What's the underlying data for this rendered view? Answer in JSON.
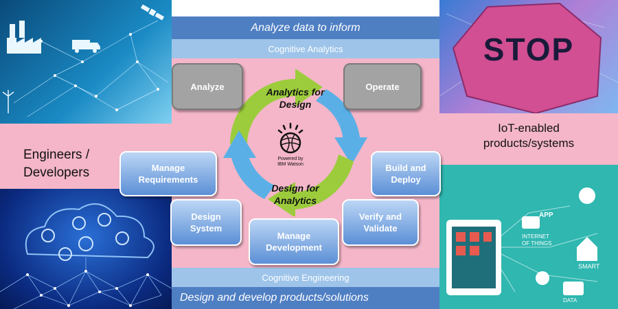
{
  "top_bar": "Analyze data to inform",
  "top_sub": "Cognitive Analytics",
  "bottom_sub": "Cognitive Engineering",
  "bottom_bar": "Design and develop products/solutions",
  "left_label": [
    "Engineers /",
    "Developers"
  ],
  "right_label": [
    "IoT-enabled",
    "products/systems"
  ],
  "stop_sign": "STOP",
  "boxes": {
    "analyze": "Analyze",
    "operate": "Operate",
    "manage_requirements": [
      "Manage",
      "Requirements"
    ],
    "build_deploy": [
      "Build and",
      "Deploy"
    ],
    "design_system": [
      "Design",
      "System"
    ],
    "verify_validate": [
      "Verify and",
      "Validate"
    ],
    "manage_development": [
      "Manage",
      "Development"
    ]
  },
  "cycle": {
    "analytics_for_design": [
      "Analytics for",
      "Design"
    ],
    "design_for_analytics": [
      "Design for",
      "Analytics"
    ],
    "watson": [
      "Powered by",
      "IBM Watson"
    ]
  },
  "iot_tags": [
    "APP",
    "INTERNET",
    "OF THINGS",
    "SMART",
    "DATA"
  ],
  "colors": {
    "pink": "#f4b6c8",
    "blue_dark": "#4f7fc3",
    "blue_light": "#9ec4ea",
    "green_arrow": "#9ccc3c",
    "blue_arrow": "#5ab0e6"
  }
}
